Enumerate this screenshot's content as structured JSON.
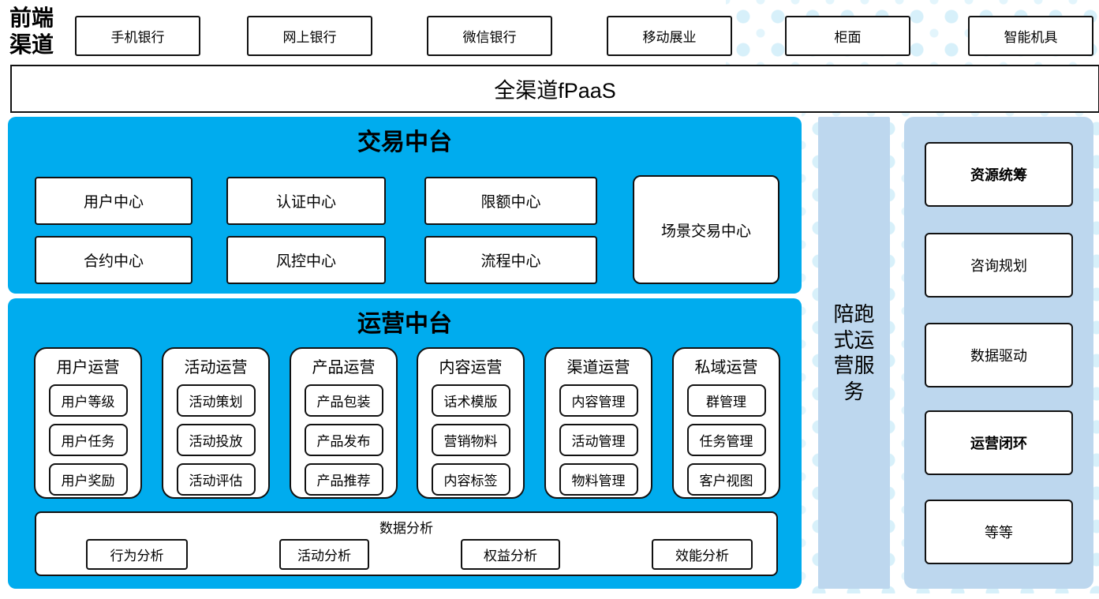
{
  "front_channels": {
    "label": "前端渠道",
    "items": [
      "手机银行",
      "网上银行",
      "微信银行",
      "移动展业",
      "柜面",
      "智能机具"
    ]
  },
  "fpaas_bar": {
    "label": "全渠道fPaaS"
  },
  "trade_platform": {
    "title": "交易中台",
    "centers": [
      "用户中心",
      "认证中心",
      "限额中心",
      "合约中心",
      "风控中心",
      "流程中心"
    ],
    "scene_center": "场景交易中心"
  },
  "operation_platform": {
    "title": "运营中台",
    "columns": [
      {
        "title": "用户运营",
        "items": [
          "用户等级",
          "用户任务",
          "用户奖励"
        ]
      },
      {
        "title": "活动运营",
        "items": [
          "活动策划",
          "活动投放",
          "活动评估"
        ]
      },
      {
        "title": "产品运营",
        "items": [
          "产品包装",
          "产品发布",
          "产品推荐"
        ]
      },
      {
        "title": "内容运营",
        "items": [
          "话术模版",
          "营销物料",
          "内容标签"
        ]
      },
      {
        "title": "渠道运营",
        "items": [
          "内容管理",
          "活动管理",
          "物料管理"
        ]
      },
      {
        "title": "私域运营",
        "items": [
          "群管理",
          "任务管理",
          "客户视图"
        ]
      }
    ],
    "data_analysis": {
      "title": "数据分析",
      "items": [
        "行为分析",
        "活动分析",
        "权益分析",
        "效能分析"
      ]
    }
  },
  "side_service": {
    "label": "陪跑式运营服务"
  },
  "service_items": [
    {
      "label": "资源统筹",
      "bold": true
    },
    {
      "label": "咨询规划",
      "bold": false
    },
    {
      "label": "数据驱动",
      "bold": false
    },
    {
      "label": "运营闭环",
      "bold": true
    },
    {
      "label": "等等",
      "bold": false
    }
  ],
  "colors": {
    "primary_blue": "#00ACEE",
    "light_blue": "#BDD7EE",
    "dot_blue": "#D7F0FA",
    "border": "#111111"
  }
}
